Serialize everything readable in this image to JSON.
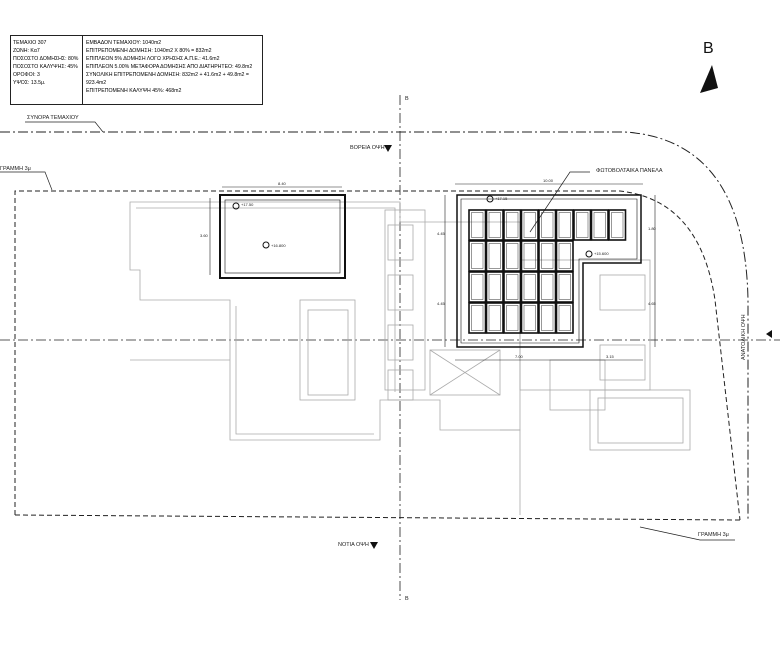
{
  "info_table": {
    "left": [
      "ΤΕΜΑΧΙΟ 307",
      "ΖΩΝΗ: Κα7",
      "ΠΟΣΟΣΤΟ ΔΟΜΗΣΗΣ: 80%",
      "ΠΟΣΟΣΤΟ ΚΑΛΥΨΗΣ: 45%",
      "ΟΡΟΦΟΙ: 3",
      "ΥΨΟΣ: 13.5μ."
    ],
    "right": [
      "ΕΜΒΑΔΟΝ ΤΕΜΑΧΙΟΥ: 1040m2",
      "ΕΠΙΤΡΕΠΟΜΕΝΗ ΔΟΜΗΣΗ: 1040m2 X 80% = 832m2",
      "ΕΠΙΠΛΕΟΝ 5% ΔΟΜΗΣΗ ΛΟΓΩ ΧΡΗΣΗΣ Α.Π.Ε.: 41.6m2",
      "ΕΠΙΠΛΕΟΝ 5.00% ΜΕΤΑΦΟΡΑ ΔΟΜΗΣΗΣ ΑΠΟ ΔΙΑΤΗΡΗΤΕΟ: 49.8m2",
      "ΣΥΝΟΛΙΚΗ ΕΠΙΤΡΕΠΟΜΕΝΗ ΔΟΜΗΣΗ: 832m2 + 41.6m2 + 49.8m2 = 923.4m2",
      "ΕΠΙΤΡΕΠΟΜΕΝΗ ΚΑΛΥΨΗ 45%: 468m2"
    ]
  },
  "north_arrow": "B",
  "labels": {
    "parcel_boundary": "ΣΥΝΟΡΑ ΤΕΜΑΧΙΟΥ",
    "setback_line_top": "ΓΡΑΜΜΗ 3μ",
    "setback_line_bottom": "ΓΡΑΜΜΗ 3μ",
    "north_elevation": "ΒΟΡΕΙΑ ΟΨΗ",
    "south_elevation": "ΝΟΤΙΑ ΟΨΗ",
    "east_elevation": "ΑΝΑΤΟΛΙΚΗ ΟΨΗ",
    "pv_panels": "ΦΩΤΟΒΟΛΤΑΙΚΑ ΠΑΝΕΛΑ",
    "section_top": "B",
    "section_bottom": "B"
  },
  "dimensions": {
    "pool_width": "8.40",
    "pool_height": "3.60",
    "pv_width": "10.00",
    "pv_height_a": "4.45",
    "pv_height_b": "4.45",
    "right_a": "1.80",
    "right_b": "4.65",
    "bottom_a": "7.00",
    "bottom_b": "3.15"
  },
  "levels": {
    "pool_level": "+17.50",
    "pool_center": "+16.800",
    "roof_level": "+17.15",
    "roof_terrace": "+15.600"
  }
}
